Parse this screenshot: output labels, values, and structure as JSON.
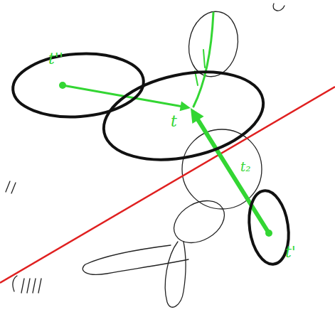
{
  "diagram": {
    "nodes": [
      {
        "text": [
          "t''"
        ]
      },
      {
        "text": [
          "t"
        ]
      },
      {
        "text": [
          "t'"
        ]
      }
    ],
    "edges": [
      {
        "from": 0,
        "to": 1,
        "arrow": "to"
      },
      {
        "from": 2,
        "to": 1,
        "arrow": "to"
      }
    ],
    "labels": [
      "t₂"
    ]
  }
}
